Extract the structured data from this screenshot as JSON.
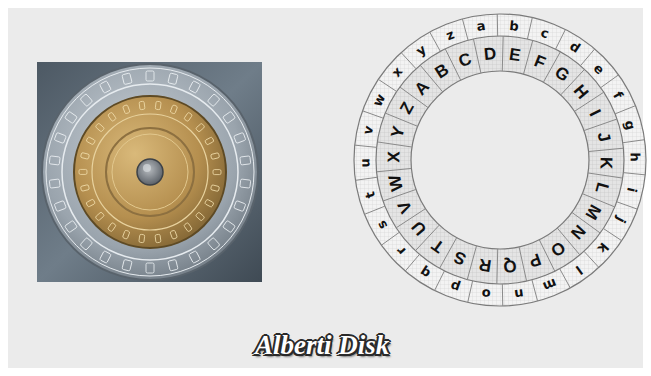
{
  "diagram": {
    "caption": "Alberti Disk",
    "labels": [
      "a",
      "b",
      "c",
      "d",
      "e",
      "f",
      "g",
      "h",
      "i",
      "j",
      "k",
      "l",
      "m",
      "n",
      "o",
      "p",
      "q",
      "r",
      "s",
      "t",
      "u",
      "v",
      "w",
      "x",
      "y",
      "z",
      "A",
      "B",
      "C",
      "D",
      "E",
      "F",
      "G",
      "H",
      "I",
      "J",
      "K",
      "L",
      "M",
      "N",
      "O",
      "P",
      "Q",
      "R",
      "S",
      "T",
      "U",
      "V",
      "W",
      "X",
      "Y",
      "Z"
    ]
  }
}
